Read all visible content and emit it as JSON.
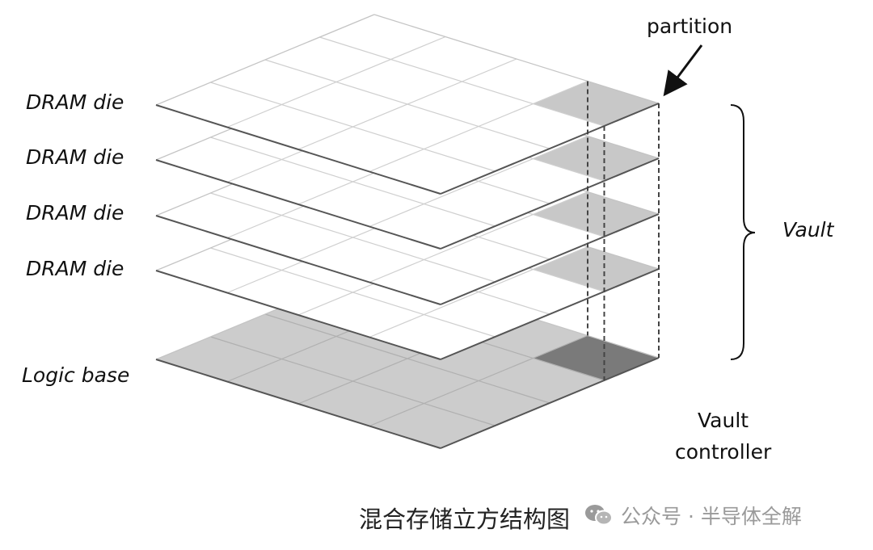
{
  "labels": {
    "dram_dies": [
      "DRAM die",
      "DRAM die",
      "DRAM die",
      "DRAM die"
    ],
    "logic_base": "Logic base",
    "partition": "partition",
    "vault": "Vault",
    "vault_controller_line1": "Vault",
    "vault_controller_line2": "controller"
  },
  "caption": "混合存储立方结构图",
  "watermark": {
    "icon": "wechat-icon",
    "text": "公众号 · 半导体全解"
  },
  "colors": {
    "die_fill": "#ffffff",
    "partition_fill": "#c8c8c8",
    "logic_base_fill": "#cccccc",
    "vault_controller_fill": "#7a7a7a",
    "line": "#555555"
  },
  "structure": {
    "grid_rows": 4,
    "grid_cols": 4,
    "dram_layers": 4
  }
}
